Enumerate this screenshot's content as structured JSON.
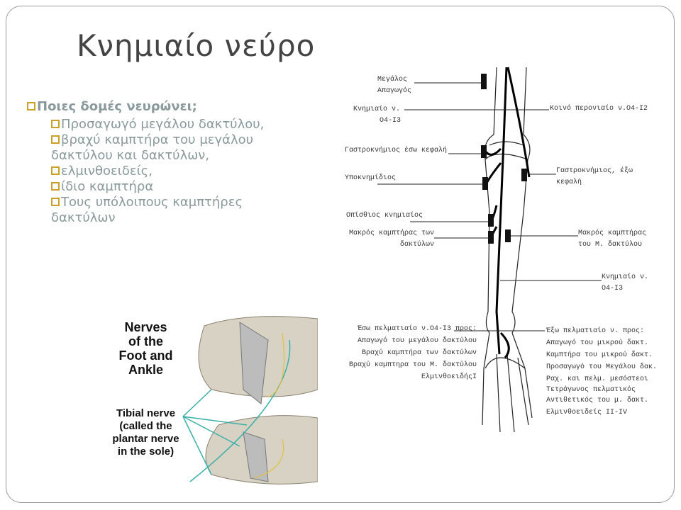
{
  "title": "Κνημιαίο νεύρο",
  "question": "Ποιες δομές νευρώνει;",
  "items": [
    "Προσαγωγό μεγάλου δακτύλου,",
    "βραχύ καμπτήρα του μεγάλου δακτύλου και δακτύλων,",
    "ελμινθοειδείς,",
    "ίδιο καμπτήρα",
    "Τους υπόλοιπους καμπτήρες δακτύλων"
  ],
  "diagram": {
    "left": [
      "Μεγάλος",
      "Απαγωγός",
      "Κνημιαίο ν.",
      "O4-I3",
      "Γαστροκνήμιος έσω κεφαλή",
      "Υποκνημίδιος",
      "Οπίσθιος κνημιαίος",
      "Μακρός καμπτήρας των",
      "δακτύλων"
    ],
    "right": [
      "Κοινό περονιαίο ν.O4-I2",
      "Γαστροκνήμιος, έξω",
      "κεφαλή",
      "Μακρός καμπτήρας",
      "του Μ. δακτύλου",
      "Κνημιαίο ν.",
      "O4-I3"
    ],
    "bottom_left": [
      "Έσω πελματιαίο ν.O4-I3 προς:",
      "Απαγωγό του μεγάλου δακτύλου",
      "Βραχύ καμπτήρα των δακτύλων",
      "Βραχύ καμπτηρα του Μ. δακτύλου",
      "ΕλμινθοειδήςΙ"
    ],
    "bottom_right": [
      "Έξω πελματιαίο ν. προς:",
      "Απαγωγό του μικρού δακτ.",
      "Καμπτήρα του μικρού δακτ.",
      "Προσαγωγό του Μεγάλου δακ.",
      "Ραχ. και πελμ. μεσόστεοι",
      "Τετράγωνος πελματικός",
      "Αντιθετικός του μ. δακτ.",
      "Ελμινθοειδείς II-IV"
    ]
  },
  "foot_image": {
    "heading": [
      "Nerves",
      "of the",
      "Foot and",
      "Ankle"
    ],
    "caption": [
      "Tibial nerve",
      "(called the",
      "plantar nerve",
      "in the sole)"
    ]
  }
}
